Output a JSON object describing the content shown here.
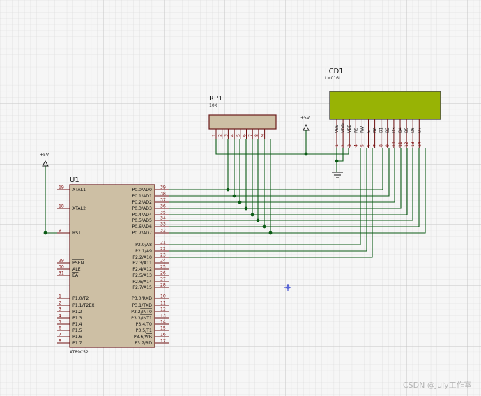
{
  "u1": {
    "ref": "U1",
    "part": "AT89C52",
    "left_pins": [
      {
        "num": "19",
        "name": "XTAL1"
      },
      {
        "num": "18",
        "name": "XTAL2"
      },
      {
        "num": "9",
        "name": "RST"
      },
      {
        "num": "29",
        "name": "PSEN"
      },
      {
        "num": "30",
        "name": "ALE"
      },
      {
        "num": "31",
        "name": "EA"
      },
      {
        "num": "1",
        "name": "P1.0/T2"
      },
      {
        "num": "2",
        "name": "P1.1/T2EX"
      },
      {
        "num": "3",
        "name": "P1.2"
      },
      {
        "num": "4",
        "name": "P1.3"
      },
      {
        "num": "5",
        "name": "P1.4"
      },
      {
        "num": "6",
        "name": "P1.5"
      },
      {
        "num": "7",
        "name": "P1.6"
      },
      {
        "num": "8",
        "name": "P1.7"
      }
    ],
    "right_pins": [
      {
        "num": "39",
        "name": "P0.0/AD0"
      },
      {
        "num": "38",
        "name": "P0.1/AD1"
      },
      {
        "num": "37",
        "name": "P0.2/AD2"
      },
      {
        "num": "36",
        "name": "P0.3/AD3"
      },
      {
        "num": "35",
        "name": "P0.4/AD4"
      },
      {
        "num": "34",
        "name": "P0.5/AD5"
      },
      {
        "num": "33",
        "name": "P0.6/AD6"
      },
      {
        "num": "32",
        "name": "P0.7/AD7"
      },
      {
        "num": "21",
        "name": "P2.0/A8"
      },
      {
        "num": "22",
        "name": "P2.1/A9"
      },
      {
        "num": "23",
        "name": "P2.2/A10"
      },
      {
        "num": "24",
        "name": "P2.3/A11"
      },
      {
        "num": "25",
        "name": "P2.4/A12"
      },
      {
        "num": "26",
        "name": "P2.5/A13"
      },
      {
        "num": "27",
        "name": "P2.6/A14"
      },
      {
        "num": "28",
        "name": "P2.7/A15"
      },
      {
        "num": "10",
        "name": "P3.0/RXD"
      },
      {
        "num": "11",
        "name": "P3.1/TXD"
      },
      {
        "num": "12",
        "name": "P3.2/INT0"
      },
      {
        "num": "13",
        "name": "P3.3/INT1"
      },
      {
        "num": "14",
        "name": "P3.4/T0"
      },
      {
        "num": "15",
        "name": "P3.5/T1"
      },
      {
        "num": "16",
        "name": "P3.6/WR"
      },
      {
        "num": "17",
        "name": "P3.7/RD"
      }
    ]
  },
  "rp1": {
    "ref": "RP1",
    "value": "10K",
    "pins": [
      "1",
      "2",
      "3",
      "4",
      "5",
      "6",
      "7",
      "8",
      "9"
    ]
  },
  "lcd1": {
    "ref": "LCD1",
    "part": "LM016L",
    "pins": [
      {
        "num": "1",
        "name": "VSS"
      },
      {
        "num": "2",
        "name": "VDD"
      },
      {
        "num": "3",
        "name": "VEE"
      },
      {
        "num": "4",
        "name": "RS"
      },
      {
        "num": "5",
        "name": "RW"
      },
      {
        "num": "6",
        "name": "E"
      },
      {
        "num": "7",
        "name": "D0"
      },
      {
        "num": "8",
        "name": "D1"
      },
      {
        "num": "9",
        "name": "D2"
      },
      {
        "num": "10",
        "name": "D3"
      },
      {
        "num": "11",
        "name": "D4"
      },
      {
        "num": "12",
        "name": "D5"
      },
      {
        "num": "13",
        "name": "D6"
      },
      {
        "num": "14",
        "name": "D7"
      }
    ],
    "screen_color": "#98b305"
  },
  "power": {
    "vcc_left": "+5V",
    "vcc_mid": "+5V"
  },
  "watermark": "CSDN @July工作室",
  "colors": {
    "wire": "#0a5a14",
    "pin": "#6e1010",
    "body": "#cdbfa4"
  }
}
